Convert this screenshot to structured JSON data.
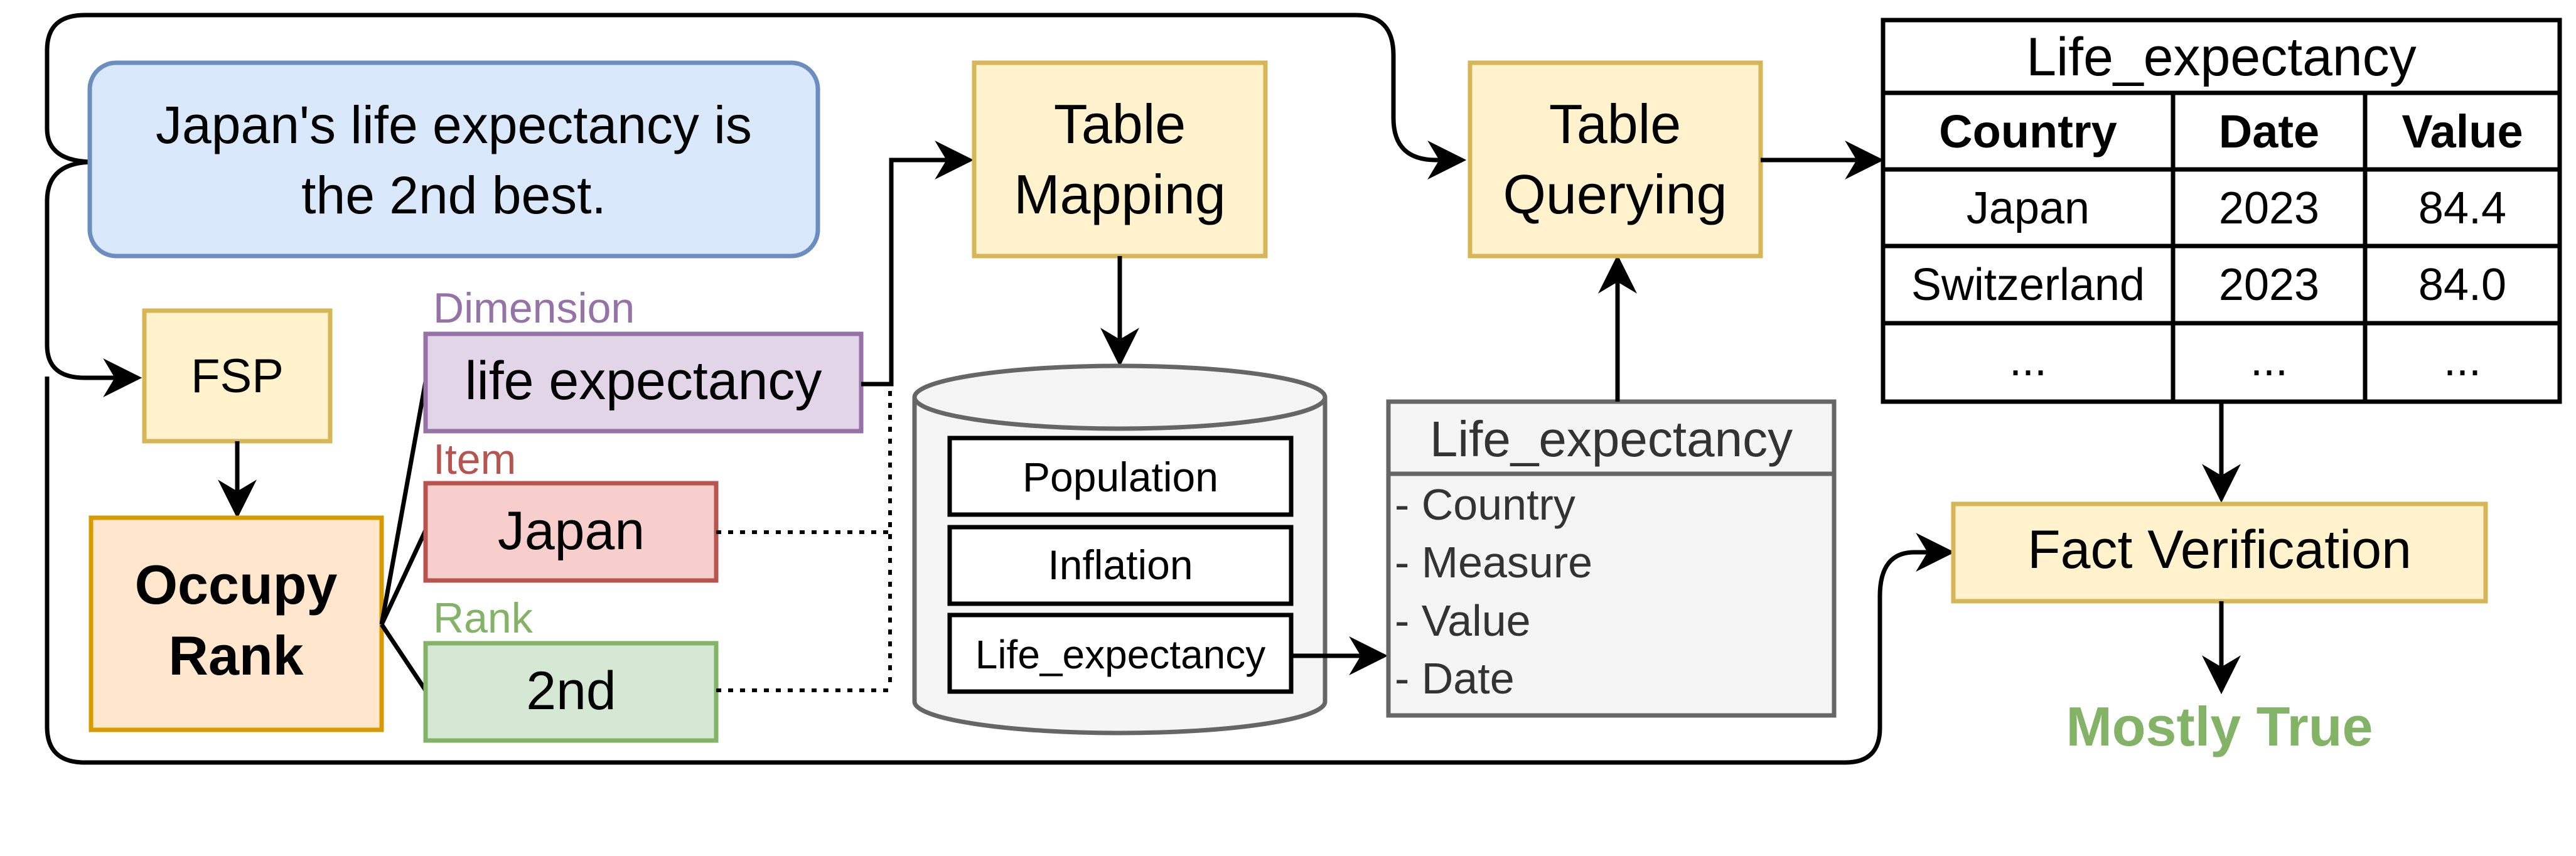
{
  "claim": {
    "line1": "Japan's life expectancy is",
    "line2": "the 2nd best."
  },
  "fsp": {
    "label": "FSP"
  },
  "occupy_rank": {
    "line1": "Occupy",
    "line2": "Rank"
  },
  "slots": {
    "dimension": {
      "tag": "Dimension",
      "value": "life expectancy"
    },
    "item": {
      "tag": "Item",
      "value": "Japan"
    },
    "rank": {
      "tag": "Rank",
      "value": "2nd"
    }
  },
  "table_mapping": {
    "line1": "Table",
    "line2": "Mapping"
  },
  "database": {
    "tables": [
      "Population",
      "Inflation",
      "Life_expectancy"
    ]
  },
  "schema": {
    "title": "Life_expectancy",
    "fields": [
      "- Country",
      "- Measure",
      "- Value",
      "- Date"
    ]
  },
  "table_querying": {
    "line1": "Table",
    "line2": "Querying"
  },
  "result_table": {
    "title": "Life_expectancy",
    "columns": [
      "Country",
      "Date",
      "Value"
    ],
    "rows": [
      [
        "Japan",
        "2023",
        "84.4"
      ],
      [
        "Switzerland",
        "2023",
        "84.0"
      ],
      [
        "...",
        "...",
        "..."
      ]
    ]
  },
  "fact_verification": {
    "label": "Fact Verification"
  },
  "verdict": {
    "label": "Mostly True"
  },
  "colors": {
    "blue_fill": "#dae8fc",
    "blue_stroke": "#6c8ebf",
    "yellow_fill": "#fff2cc",
    "yellow_stroke": "#d6b656",
    "orange_fill": "#ffe6cc",
    "orange_stroke": "#d79b00",
    "purple_fill": "#e1d5e7",
    "purple_stroke": "#9673a6",
    "red_fill": "#f8cecc",
    "red_stroke": "#b85450",
    "green_fill": "#d5e8d4",
    "green_stroke": "#82b366",
    "gray_fill": "#f5f5f5",
    "gray_stroke": "#666666",
    "verdict_green": "#82b366"
  }
}
